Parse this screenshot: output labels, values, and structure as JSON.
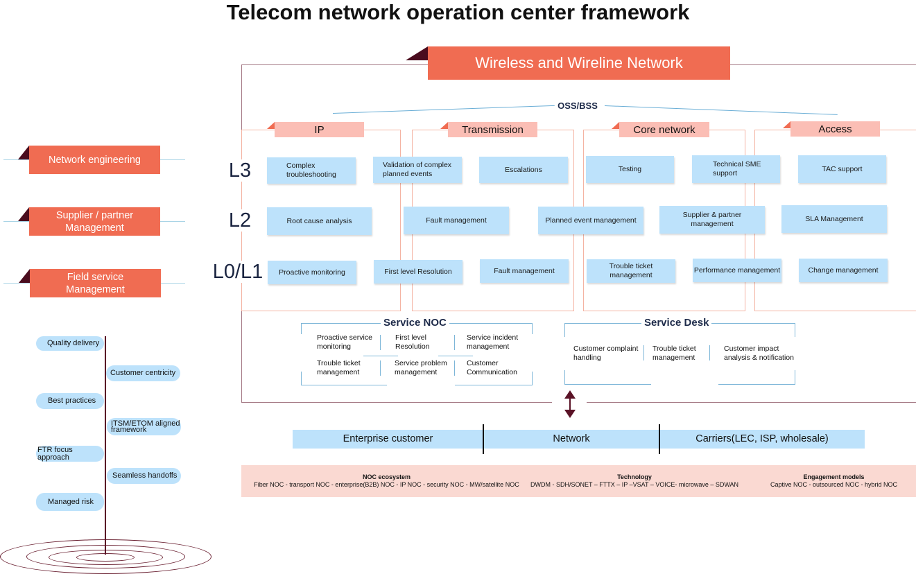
{
  "title": "Telecom network operation center framework",
  "main_banner": "Wireless and Wireline Network",
  "oss_bss": "OSS/BSS",
  "levels": [
    "L3",
    "L2",
    "L0/L1"
  ],
  "domains": [
    {
      "name": "IP"
    },
    {
      "name": "Transmission"
    },
    {
      "name": "Core network"
    },
    {
      "name": "Access"
    }
  ],
  "tasks": {
    "l3": [
      "Complex troubleshooting",
      "Validation of complex planned events",
      "Escalations",
      "Testing",
      "Technical SME support",
      "TAC support"
    ],
    "l2": [
      "Root cause analysis",
      "Fault management",
      "Planned event management",
      "Supplier & partner management",
      "SLA Management"
    ],
    "l01": [
      "Proactive monitoring",
      "First level Resolution",
      "Fault management",
      "Trouble ticket management",
      "Performance management",
      "Change management"
    ]
  },
  "side_banners": [
    "Network engineering",
    "Supplier / partner Management",
    "Field service Management"
  ],
  "service_noc": {
    "title": "Service NOC",
    "items": [
      "Proactive service monitoring",
      "First level Resolution",
      "Service incident management",
      "Trouble ticket management",
      "Service problem management",
      "Customer Communication"
    ]
  },
  "service_desk": {
    "title": "Service Desk",
    "items": [
      "Customer complaint handling",
      "Trouble ticket management",
      "Customer impact analysis & notification"
    ]
  },
  "customer_bar": [
    "Enterprise customer",
    "Network",
    "Carriers(LEC, ISP, wholesale)"
  ],
  "info_band": [
    {
      "heading": "NOC ecosystem",
      "text": "Fiber NOC - transport NOC - enterprise(B2B) NOC - IP NOC - security NOC - MW/satellite NOC"
    },
    {
      "heading": "Technology",
      "text": "DWDM - SDH/SONET – FTTX – IP –VSAT – VOICE- microwave – SDWAN"
    },
    {
      "heading": "Engagement models",
      "text": "Captive NOC - outsourced NOC - hybrid NOC"
    }
  ],
  "values": {
    "left": [
      "Quality delivery",
      "Best practices",
      "FTR focus approach",
      "Managed risk"
    ],
    "right": [
      "Customer centricity",
      "ITSM/ETOM aligned framework",
      "Seamless handoffs"
    ]
  },
  "colors": {
    "banner": "#f06c52",
    "banner_corner": "#4a0c1e",
    "domain_tab": "#fbbeb5",
    "task_fill": "#bde2fb",
    "info_band": "#fad9d2"
  }
}
